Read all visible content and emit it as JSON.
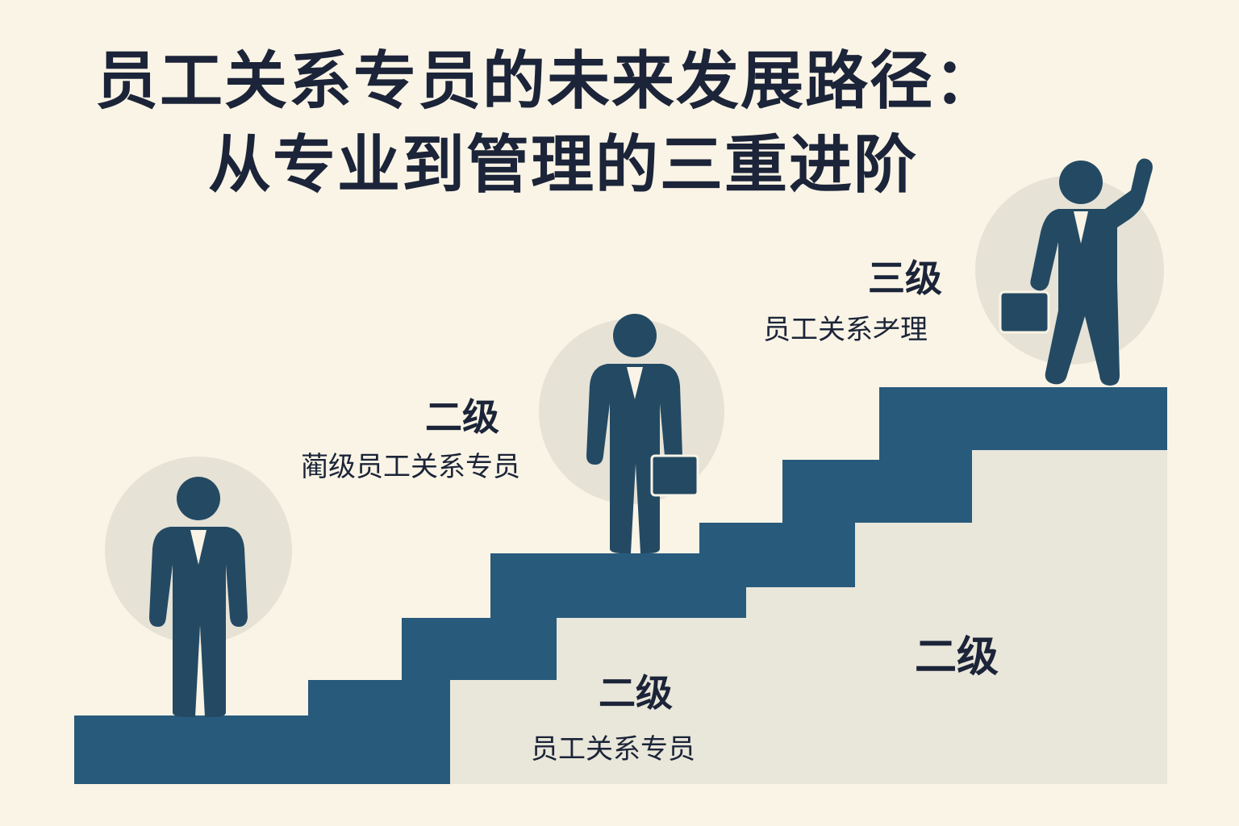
{
  "title": {
    "line1": "员工关系专员的未来发展路径：",
    "line2": "从专业到管理的三重进阶"
  },
  "levels": [
    {
      "level": "三级",
      "role": "员工关系耂理"
    },
    {
      "level": "二级",
      "role": "蔺级员工关系专员"
    },
    {
      "level": "二级",
      "role": "员工关系专员"
    }
  ],
  "stair_label": "二级",
  "colors": {
    "background": "#faf4e6",
    "stairs": "#285a7c",
    "stair_fill": "#e9e6da",
    "figure": "#244a63",
    "halo": "#e6e2d6",
    "text": "#1b2438"
  }
}
